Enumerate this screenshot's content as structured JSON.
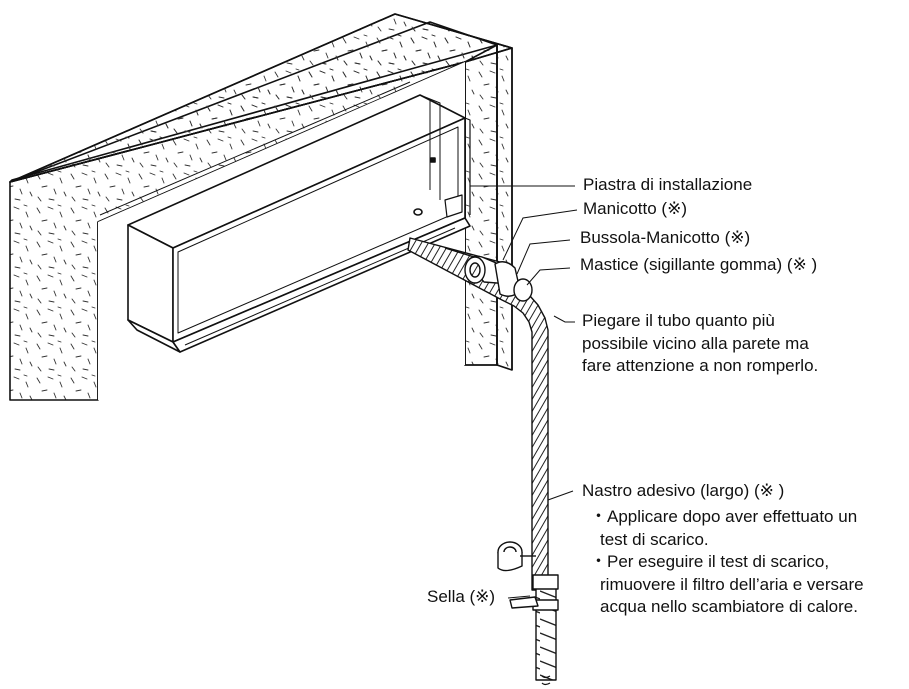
{
  "labels": {
    "installation_plate": "Piastra di installazione",
    "sleeve": "Manicotto (※)",
    "sleeve_bushing": "Bussola-Manicotto (※)",
    "putty": "Mastice (sigillante gomma) (※ )",
    "bend_note": [
      "Piegare il tubo quanto più",
      "possibile vicino alla parete ma",
      "fare attenzione a non romperlo."
    ],
    "adhesive_tape": "Nastro adesivo (largo) (※ )",
    "tape_notes": [
      "・Applicare dopo aver effettuato un",
      "test di scarico.",
      "・Per eseguire il test di scarico,",
      "rimuovere il filtro dell’aria e versare",
      "acqua nello scambiatore di calore."
    ],
    "saddle": "Sella (※)"
  }
}
